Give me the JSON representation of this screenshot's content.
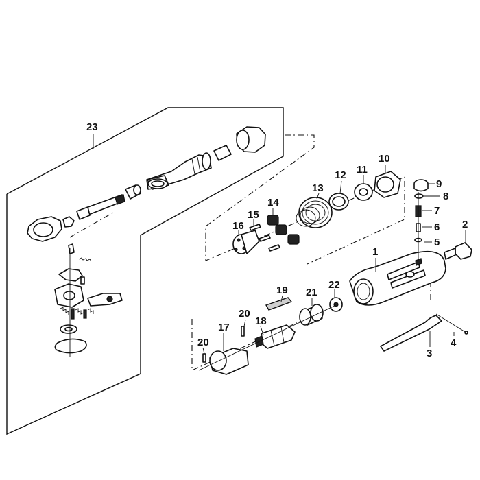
{
  "callouts": {
    "c1": "1",
    "c2": "2",
    "c3": "3",
    "c4": "4",
    "c5": "5",
    "c6": "6",
    "c7": "7",
    "c8": "8",
    "c9": "9",
    "c10": "10",
    "c11": "11",
    "c12": "12",
    "c13": "13",
    "c14": "14",
    "c15": "15",
    "c16": "16",
    "c17": "17",
    "c18": "18",
    "c19": "19",
    "c20a": "20",
    "c20b": "20",
    "c21": "21",
    "c22": "22",
    "c23": "23"
  }
}
